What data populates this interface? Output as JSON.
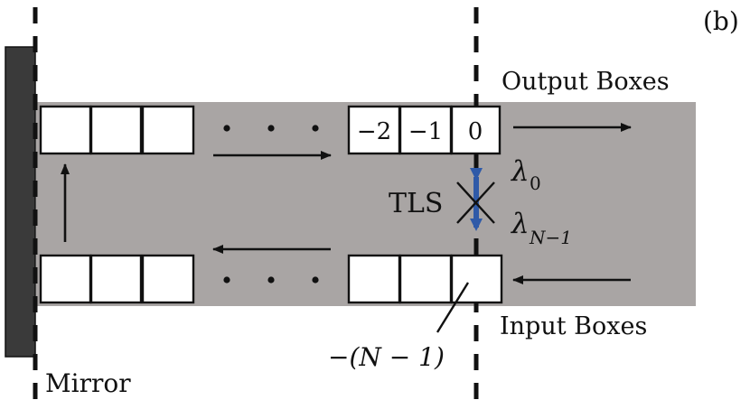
{
  "panel_label": "(b)",
  "labels": {
    "output_boxes": "Output Boxes",
    "input_boxes": "Input Boxes",
    "mirror": "Mirror",
    "tls": "TLS",
    "lambda_symbol": "λ",
    "lambda_0_subscript": "0",
    "lambda_n_subscript": "N−1",
    "input_box_index": "−(N − 1)"
  },
  "output_box_labels": [
    "−2",
    "−1",
    "0"
  ],
  "colors": {
    "band": "#a9a5a4",
    "mirror": "#3a3a3a",
    "coupling_arrow": "#2f5aa8"
  }
}
